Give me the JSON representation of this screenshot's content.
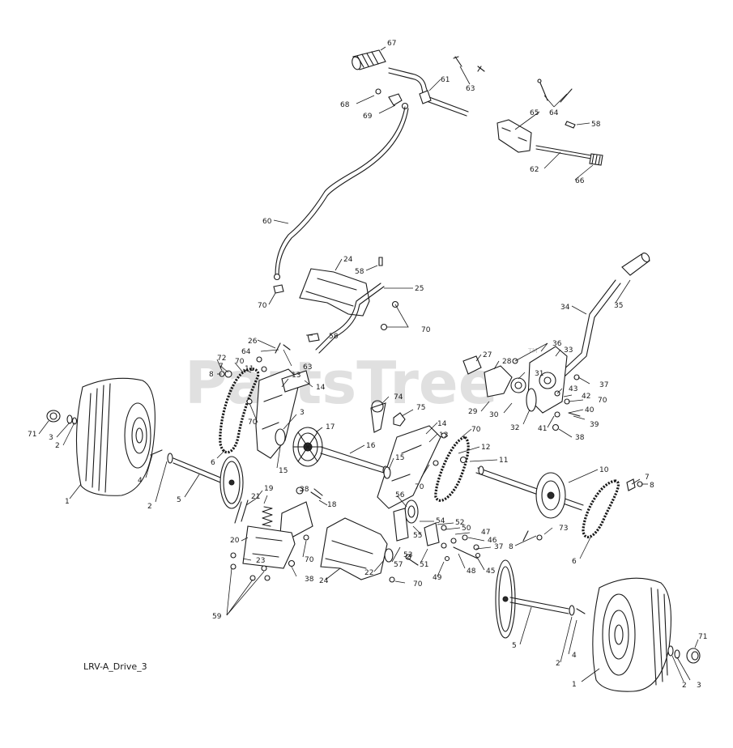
{
  "diagram_code": "LRV-A_Drive_3",
  "watermark": "PartsTree",
  "watermark_tm": "TM",
  "callouts": {
    "c67": "67",
    "c61": "61",
    "c63a": "63",
    "c64a": "64",
    "c68": "68",
    "c69": "69",
    "c65": "65",
    "c58a": "58",
    "c62": "62",
    "c66": "66",
    "c60": "60",
    "c24a": "24",
    "c58b": "58",
    "c25": "25",
    "c70a": "70",
    "c70b": "70",
    "c58c": "58",
    "c34": "34",
    "c35": "35",
    "c26": "26",
    "c64b": "64",
    "c63b": "63",
    "c72": "72",
    "c70c": "70",
    "c8a": "8",
    "c7a": "7",
    "c11a": "11",
    "c13a": "13",
    "c14a": "14",
    "c70d": "70",
    "c71a": "71",
    "c3a": "3",
    "c2a": "2",
    "c3b": "3",
    "c17": "17",
    "c74": "74",
    "c75": "75",
    "c27": "27",
    "c28": "28",
    "c36": "36",
    "c33": "33",
    "c37a": "37",
    "c31": "31",
    "c43": "43",
    "c42": "42",
    "c70e": "70",
    "c29": "29",
    "c30": "30",
    "c32": "32",
    "c41": "41",
    "c40": "40",
    "c39": "39",
    "c38a": "38",
    "c1a": "1",
    "c4a": "4",
    "c2b": "2",
    "c5a": "5",
    "c6a": "6",
    "c15a": "15",
    "c16": "16",
    "c14b": "14",
    "c13b": "13",
    "c70f": "70",
    "c12": "12",
    "c15b": "15",
    "c11b": "11",
    "c70g": "70",
    "c10": "10",
    "c7b": "7",
    "c8b": "8",
    "c19": "19",
    "c21": "21",
    "c38b": "38",
    "c18": "18",
    "c56": "56",
    "c54": "54",
    "c52": "52",
    "c50": "50",
    "c47": "47",
    "c55": "55",
    "c46": "46",
    "c37b": "37",
    "c20": "20",
    "c70h": "70",
    "c57": "57",
    "c53": "53",
    "c51": "51",
    "c48": "48",
    "c45": "45",
    "c49": "49",
    "c73": "73",
    "c8c": "8",
    "c6b": "6",
    "c23": "23",
    "c24b": "24",
    "c22": "22",
    "c70i": "70",
    "c38c": "38",
    "c59": "59",
    "c5b": "5",
    "c4b": "4",
    "c2c": "2",
    "c1b": "1",
    "c71b": "71",
    "c2d": "2",
    "c3c": "3"
  }
}
